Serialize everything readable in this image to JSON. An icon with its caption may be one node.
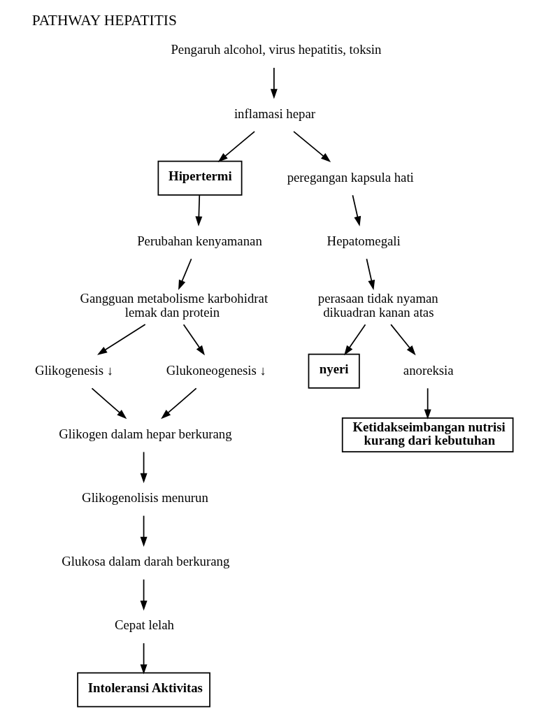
{
  "diagram": {
    "title": "PATHWAY HEPATITIS",
    "nodes": [
      {
        "text": [
          "Pengaruh alcohol, virus hepatitis, toksin"
        ]
      },
      {
        "text": [
          "inflamasi hepar"
        ]
      },
      {
        "text": [
          "Hipertermi"
        ]
      },
      {
        "text": [
          "peregangan kapsula hati"
        ]
      },
      {
        "text": [
          "Perubahan kenyamanan"
        ]
      },
      {
        "text": [
          "Hepatomegali"
        ]
      },
      {
        "text": [
          "Gangguan metabolisme karbohidrat lemak dan protein"
        ]
      },
      {
        "text": [
          "perasaan tidak nyaman dikuadran kanan atas"
        ]
      },
      {
        "text": [
          "Glikogenesis ↓"
        ]
      },
      {
        "text": [
          "Glukoneogenesis ↓"
        ]
      },
      {
        "text": [
          "nyeri"
        ]
      },
      {
        "text": [
          "anoreksia"
        ]
      },
      {
        "text": [
          "Glikogen dalam hepar berkurang"
        ]
      },
      {
        "text": [
          "Ketidakseimbangan nutrisi kurang dari kebutuhan"
        ]
      },
      {
        "text": [
          "Glikogenolisis menurun"
        ]
      },
      {
        "text": [
          "Glukosa dalam darah berkurang"
        ]
      },
      {
        "text": [
          "Cepat lelah"
        ]
      },
      {
        "text": [
          "Intoleransi Aktivitas"
        ]
      }
    ],
    "edges": [
      {
        "from": 0,
        "to": 1,
        "arrow": "to"
      },
      {
        "from": 1,
        "to": 2,
        "arrow": "to"
      },
      {
        "from": 1,
        "to": 3,
        "arrow": "to"
      },
      {
        "from": 2,
        "to": 4,
        "arrow": "to"
      },
      {
        "from": 3,
        "to": 5,
        "arrow": "to"
      },
      {
        "from": 4,
        "to": 6,
        "arrow": "to"
      },
      {
        "from": 5,
        "to": 7,
        "arrow": "to"
      },
      {
        "from": 6,
        "to": 8,
        "arrow": "to"
      },
      {
        "from": 6,
        "to": 9,
        "arrow": "to"
      },
      {
        "from": 7,
        "to": 10,
        "arrow": "to"
      },
      {
        "from": 7,
        "to": 11,
        "arrow": "to"
      },
      {
        "from": 8,
        "to": 12,
        "arrow": "to"
      },
      {
        "from": 9,
        "to": 12,
        "arrow": "to"
      },
      {
        "from": 11,
        "to": 13,
        "arrow": "to"
      },
      {
        "from": 12,
        "to": 14,
        "arrow": "to"
      },
      {
        "from": 14,
        "to": 15,
        "arrow": "to"
      },
      {
        "from": 15,
        "to": 16,
        "arrow": "to"
      },
      {
        "from": 16,
        "to": 17,
        "arrow": "to"
      }
    ]
  }
}
